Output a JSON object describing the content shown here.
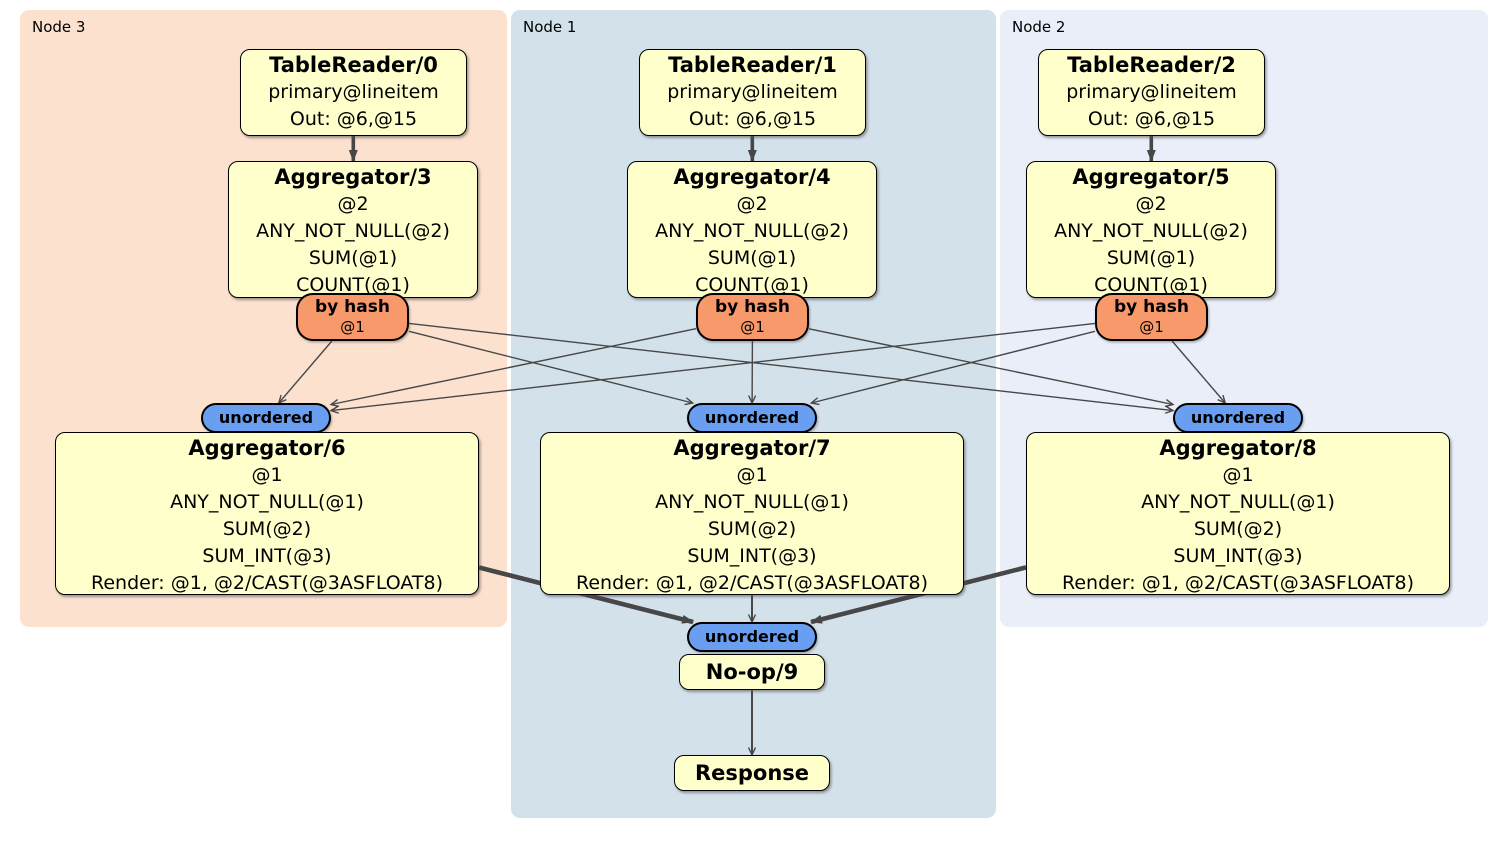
{
  "diagram": {
    "regions": [
      {
        "id": "node-3",
        "label": "Node 3"
      },
      {
        "id": "node-1",
        "label": "Node 1"
      },
      {
        "id": "node-2",
        "label": "Node 2"
      }
    ],
    "processors": {
      "tablereader0": {
        "title": "TableReader/0",
        "lines": [
          "primary@lineitem",
          "Out: @6,@15"
        ]
      },
      "tablereader1": {
        "title": "TableReader/1",
        "lines": [
          "primary@lineitem",
          "Out: @6,@15"
        ]
      },
      "tablereader2": {
        "title": "TableReader/2",
        "lines": [
          "primary@lineitem",
          "Out: @6,@15"
        ]
      },
      "aggregator3": {
        "title": "Aggregator/3",
        "lines": [
          "@2",
          "ANY_NOT_NULL(@2)",
          "SUM(@1)",
          "COUNT(@1)"
        ]
      },
      "aggregator4": {
        "title": "Aggregator/4",
        "lines": [
          "@2",
          "ANY_NOT_NULL(@2)",
          "SUM(@1)",
          "COUNT(@1)"
        ]
      },
      "aggregator5": {
        "title": "Aggregator/5",
        "lines": [
          "@2",
          "ANY_NOT_NULL(@2)",
          "SUM(@1)",
          "COUNT(@1)"
        ]
      },
      "aggregator6": {
        "title": "Aggregator/6",
        "lines": [
          "@1",
          "ANY_NOT_NULL(@1)",
          "SUM(@2)",
          "SUM_INT(@3)",
          "Render: @1, @2/CAST(@3ASFLOAT8)"
        ]
      },
      "aggregator7": {
        "title": "Aggregator/7",
        "lines": [
          "@1",
          "ANY_NOT_NULL(@1)",
          "SUM(@2)",
          "SUM_INT(@3)",
          "Render: @1, @2/CAST(@3ASFLOAT8)"
        ]
      },
      "aggregator8": {
        "title": "Aggregator/8",
        "lines": [
          "@1",
          "ANY_NOT_NULL(@1)",
          "SUM(@2)",
          "SUM_INT(@3)",
          "Render: @1, @2/CAST(@3ASFLOAT8)"
        ]
      },
      "noop9": {
        "title": "No-op/9"
      },
      "response": {
        "title": "Response"
      }
    },
    "routers": {
      "byhash3": {
        "label": "by hash",
        "detail": "@1"
      },
      "byhash4": {
        "label": "by hash",
        "detail": "@1"
      },
      "byhash5": {
        "label": "by hash",
        "detail": "@1"
      }
    },
    "synchronizers": {
      "sync6": {
        "label": "unordered"
      },
      "sync7": {
        "label": "unordered"
      },
      "sync8": {
        "label": "unordered"
      },
      "sync9": {
        "label": "unordered"
      }
    },
    "edges": [
      {
        "from": "tablereader-0",
        "to": "aggregator-3",
        "weight": "thick"
      },
      {
        "from": "tablereader-1",
        "to": "aggregator-4",
        "weight": "thick"
      },
      {
        "from": "tablereader-2",
        "to": "aggregator-5",
        "weight": "thick"
      },
      {
        "from": "router-3",
        "to": "sync-6",
        "weight": "thin"
      },
      {
        "from": "router-3",
        "to": "sync-7",
        "weight": "thin"
      },
      {
        "from": "router-3",
        "to": "sync-8",
        "weight": "thin"
      },
      {
        "from": "router-4",
        "to": "sync-6",
        "weight": "thin"
      },
      {
        "from": "router-4",
        "to": "sync-7",
        "weight": "thin"
      },
      {
        "from": "router-4",
        "to": "sync-8",
        "weight": "thin"
      },
      {
        "from": "router-5",
        "to": "sync-6",
        "weight": "thin"
      },
      {
        "from": "router-5",
        "to": "sync-7",
        "weight": "thin"
      },
      {
        "from": "router-5",
        "to": "sync-8",
        "weight": "thin"
      },
      {
        "from": "aggregator-6",
        "to": "sync-9",
        "weight": "heavy"
      },
      {
        "from": "aggregator-7",
        "to": "sync-9",
        "weight": "medium"
      },
      {
        "from": "aggregator-8",
        "to": "sync-9",
        "weight": "heavy"
      },
      {
        "from": "noop-9",
        "to": "response",
        "weight": "medium"
      }
    ],
    "colors": {
      "region_node3": "#fce1cf",
      "region_node1": "#d3e1eb",
      "region_node2": "#e9eef8",
      "processor_fill": "#ffffcc",
      "router_fill": "#f8996c",
      "sync_fill": "#699ef0",
      "edge": "#474747"
    }
  }
}
